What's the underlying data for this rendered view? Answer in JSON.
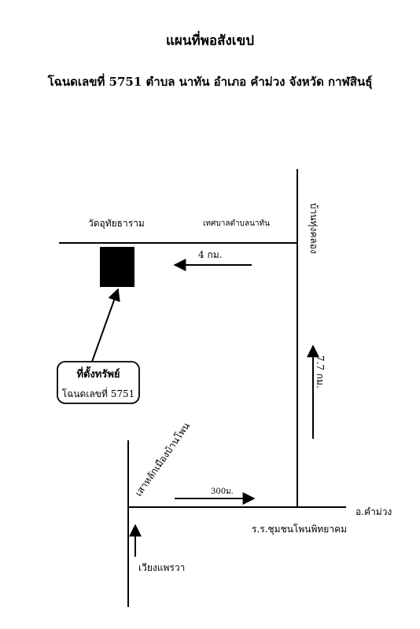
{
  "header": {
    "title": "แผนที่พอสังเขป",
    "subtitle": "โฉนดเลขที่ 5751 ตำบล นาทัน อำเภอ คำม่วง จังหวัด กาฬสินธุ์"
  },
  "map": {
    "labels": {
      "temple": "วัดอุทัยธาราม",
      "municipality": "เทศบาลตำบลนาทัน",
      "village": "บ้านทุ่งคลอง",
      "pillar": "เสาหลักเมืองบ้านโพน",
      "school": "ร.ร.ชุมชนโพนพิทยาคม",
      "district": "อ.คำม่วง",
      "wiang": "เวียงแพรวา"
    },
    "distances": {
      "d1": "4 กม.",
      "d2": "7.7 กม.",
      "d3": "300ม."
    },
    "property_box": {
      "line1": "ที่ตั้งทรัพย์",
      "line2": "โฉนดเลขที่ 5751"
    },
    "colors": {
      "ink": "#000000",
      "paper": "#ffffff"
    }
  }
}
